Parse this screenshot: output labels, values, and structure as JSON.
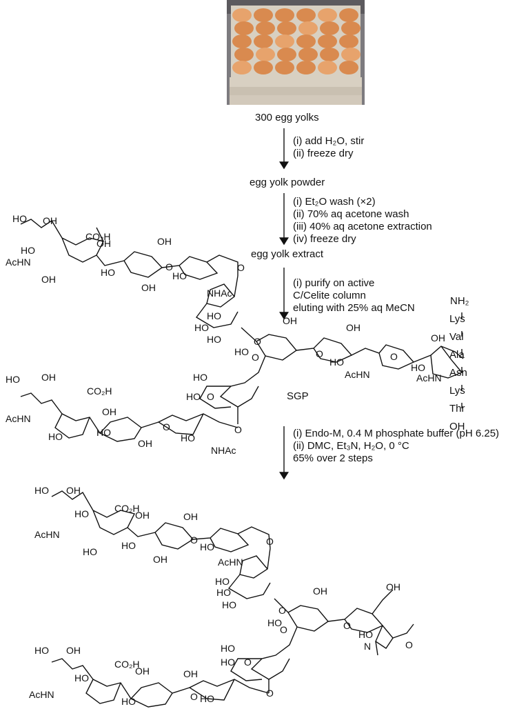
{
  "image": {
    "alt": "Trays of eggs",
    "colors": {
      "tray": "#d8d0c2",
      "egg": "#d98a4f",
      "egg_light": "#e7a36c",
      "background": "#8b8a8c"
    }
  },
  "steps": {
    "start": "300 egg yolks",
    "step1": [
      "(i) add H₂O, stir",
      "(ii) freeze dry"
    ],
    "powder": "egg yolk powder",
    "step2": [
      "(i) Et₂O wash (×2)",
      "(ii) 70% aq acetone wash",
      "(iii) 40% aq acetone extraction",
      "(iv) freeze dry"
    ],
    "extract": "egg yolk extract",
    "step3": [
      "(i) purify on active",
      "C/Celite column",
      "eluting with 25% aq MeCN"
    ],
    "product_label": "SGP",
    "step4": [
      "(i) Endo-M, 0.4 M phosphate buffer (pH 6.25)",
      "(ii) DMC, Et₃N, H₂O, 0 °C",
      "65% over 2 steps"
    ]
  },
  "peptide": [
    "NH₂",
    "Lys",
    "Val",
    "Ala",
    "Asn",
    "Lys",
    "Thr",
    "OH"
  ],
  "labels": {
    "oh": "OH",
    "ho": "HO",
    "co2h": "CO₂H",
    "achn": "AcHN",
    "nhac": "NHAc",
    "o": "O",
    "n": "N"
  }
}
